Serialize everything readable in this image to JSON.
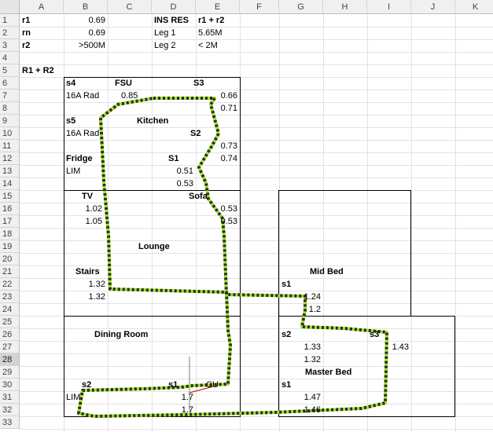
{
  "columns": [
    "A",
    "B",
    "C",
    "D",
    "E",
    "F",
    "G",
    "H",
    "I",
    "J",
    "K"
  ],
  "rows": [
    "1",
    "2",
    "3",
    "4",
    "5",
    "6",
    "7",
    "8",
    "9",
    "10",
    "11",
    "12",
    "13",
    "14",
    "15",
    "16",
    "17",
    "18",
    "19",
    "20",
    "21",
    "22",
    "23",
    "24",
    "25",
    "26",
    "27",
    "28",
    "29",
    "30",
    "31",
    "32",
    "33"
  ],
  "cells": {
    "a1": "r1",
    "b1": "0.69",
    "d1": "INS RES",
    "e1": "r1 + r2",
    "a2": "rn",
    "b2": "0.69",
    "d2": "Leg 1",
    "e2": "5.65M",
    "a3": "r2",
    "b3": ">500M",
    "d3": "Leg 2",
    "e3": "< 2M",
    "a5": "R1 + R2",
    "b6": "s4",
    "c6": "FSU",
    "e6": "S3",
    "b7": "16A Rad",
    "c7": "0.85",
    "e7": "0.66",
    "e8": "0.71",
    "b9": "s5",
    "c9": "Kitchen",
    "b10": "16A Rad",
    "e10": "S2",
    "e11": "0.73",
    "b12": "Fridge",
    "d12": "S1",
    "e12": "0.74",
    "b13": "LIM",
    "d13": "0.51",
    "d14": "0.53",
    "b15": "TV",
    "e15": "Sofa",
    "b16": "1.02",
    "e16": "0.53",
    "b17": "1.05",
    "e17": "0.53",
    "c19": "Lounge",
    "b21": "Stairs",
    "g21": "Mid Bed",
    "b22": "1.32",
    "g22": "s1",
    "b23": "1.32",
    "g23": "1.24",
    "g24": "1.2",
    "c26": "Dining Room",
    "g26": "s2",
    "i26": "s3",
    "g27": "1.33",
    "i27": "1.43",
    "g28": "1.32",
    "g29": "Master Bed",
    "b30": "s2",
    "d30": "s1",
    "e30": "CU",
    "g30": "s1",
    "b31": "LIM",
    "d31": "1.7",
    "g31": "1.47",
    "d32": "1.7",
    "g32": "1.46"
  },
  "selected_row": "28",
  "colors": {
    "header_bg": "#f0f0f0",
    "gridline": "#e2e2e2",
    "room_border": "#000000",
    "trace_green": "#9ee51c",
    "trace_dark": "#2b2b2b",
    "cu_line": "#c00000",
    "cursor_line": "#7f7f7f"
  }
}
